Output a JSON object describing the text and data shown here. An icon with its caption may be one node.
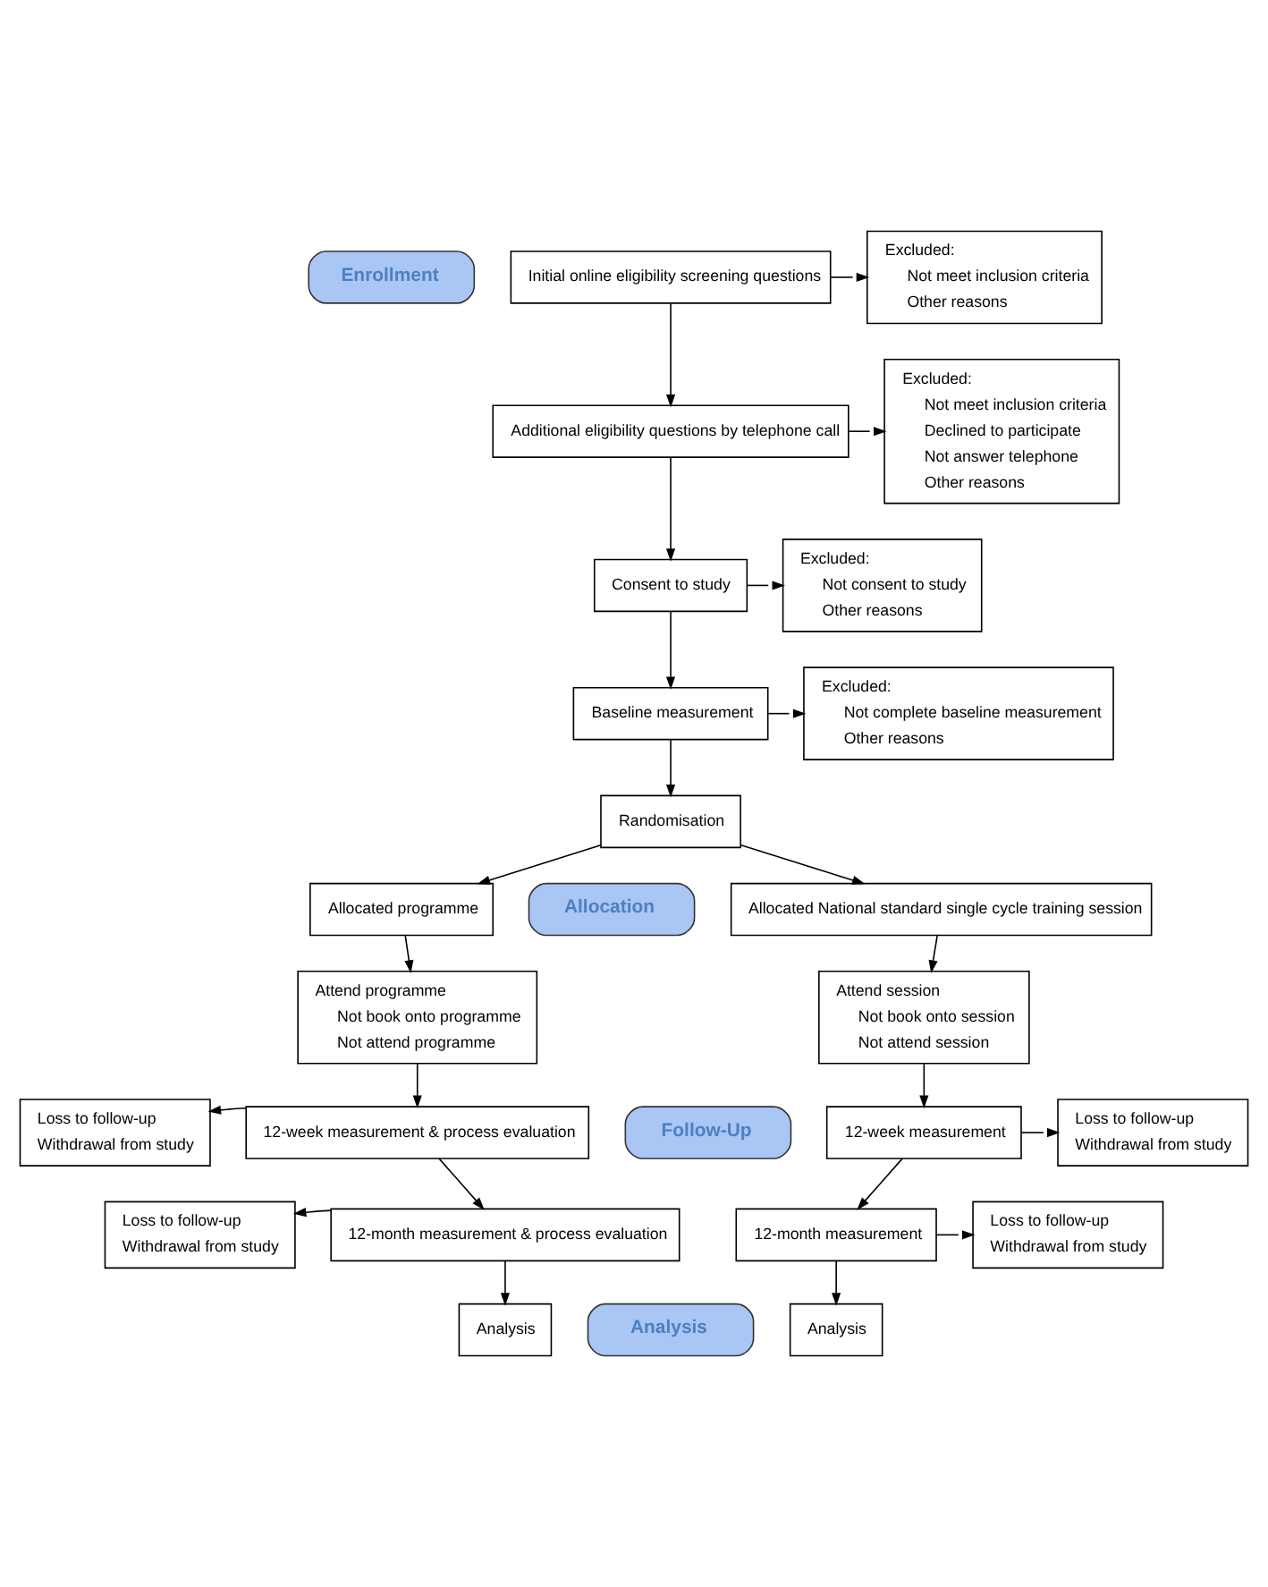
{
  "diagram": {
    "nodes": [
      {
        "text": [
          "Initial online eligibility screening questions"
        ]
      },
      {
        "text": [
          "Excluded:",
          "Not meet inclusion criteria",
          "Other reasons"
        ]
      },
      {
        "text": [
          "Additional eligibility questions by telephone call"
        ]
      },
      {
        "text": [
          "Excluded:",
          "Not meet inclusion criteria",
          "Declined to participate",
          "Not answer telephone",
          "Other reasons"
        ]
      },
      {
        "text": [
          "Consent to study"
        ]
      },
      {
        "text": [
          "Excluded:",
          "Not consent to study",
          "Other reasons"
        ]
      },
      {
        "text": [
          "Baseline measurement"
        ]
      },
      {
        "text": [
          "Excluded:",
          "Not complete baseline measurement",
          "Other reasons"
        ]
      },
      {
        "text": [
          "Randomisation"
        ]
      },
      {
        "text": [
          "Allocated programme"
        ]
      },
      {
        "text": [
          "Allocated National standard single cycle training session"
        ]
      },
      {
        "text": [
          "Attend programme",
          "Not book onto programme",
          "Not attend programme"
        ]
      },
      {
        "text": [
          "Attend session",
          "Not book onto session",
          "Not attend session"
        ]
      },
      {
        "text": [
          "12-week measurement & process evaluation"
        ]
      },
      {
        "text": [
          "12-week measurement"
        ]
      },
      {
        "text": [
          "Loss to follow-up",
          "Withdrawal from study"
        ]
      },
      {
        "text": [
          "12-month measurement & process evaluation"
        ]
      },
      {
        "text": [
          "12-month measurement"
        ]
      },
      {
        "text": [
          "Loss to follow-up",
          "Withdrawal from study"
        ]
      },
      {
        "text": [
          "Loss to follow-up",
          "Withdrawal from study"
        ]
      },
      {
        "text": [
          "Loss to follow-up",
          "Withdrawal from study"
        ]
      },
      {
        "text": [
          "Analysis"
        ]
      },
      {
        "text": [
          "Analysis"
        ]
      },
      {
        "text": [
          "Enrollment"
        ]
      },
      {
        "text": [
          "Allocation"
        ]
      },
      {
        "text": [
          "Follow-Up"
        ]
      },
      {
        "text": [
          "Analysis"
        ]
      }
    ],
    "edges": [
      {
        "from": 0,
        "to": 2,
        "arrow": "to"
      },
      {
        "from": 0,
        "to": 1,
        "arrow": "to"
      },
      {
        "from": 2,
        "to": 4,
        "arrow": "to"
      },
      {
        "from": 2,
        "to": 3,
        "arrow": "to"
      },
      {
        "from": 4,
        "to": 6,
        "arrow": "to"
      },
      {
        "from": 4,
        "to": 5,
        "arrow": "to"
      },
      {
        "from": 6,
        "to": 8,
        "arrow": "to"
      },
      {
        "from": 6,
        "to": 7,
        "arrow": "to"
      },
      {
        "from": 8,
        "to": 9,
        "arrow": "to"
      },
      {
        "from": 8,
        "to": 10,
        "arrow": "to"
      },
      {
        "from": 9,
        "to": 11,
        "arrow": "to"
      },
      {
        "from": 10,
        "to": 12,
        "arrow": "to"
      },
      {
        "from": 11,
        "to": 13,
        "arrow": "to"
      },
      {
        "from": 12,
        "to": 14,
        "arrow": "to"
      },
      {
        "from": 13,
        "to": 16,
        "arrow": "to"
      },
      {
        "from": 13,
        "to": 15,
        "arrow": "to"
      },
      {
        "from": 14,
        "to": 17,
        "arrow": "to"
      },
      {
        "from": 14,
        "to": 18,
        "arrow": "to"
      },
      {
        "from": 16,
        "to": 21,
        "arrow": "to"
      },
      {
        "from": 16,
        "to": 19,
        "arrow": "to"
      },
      {
        "from": 17,
        "to": 22,
        "arrow": "to"
      },
      {
        "from": 17,
        "to": 20,
        "arrow": "to"
      }
    ]
  }
}
